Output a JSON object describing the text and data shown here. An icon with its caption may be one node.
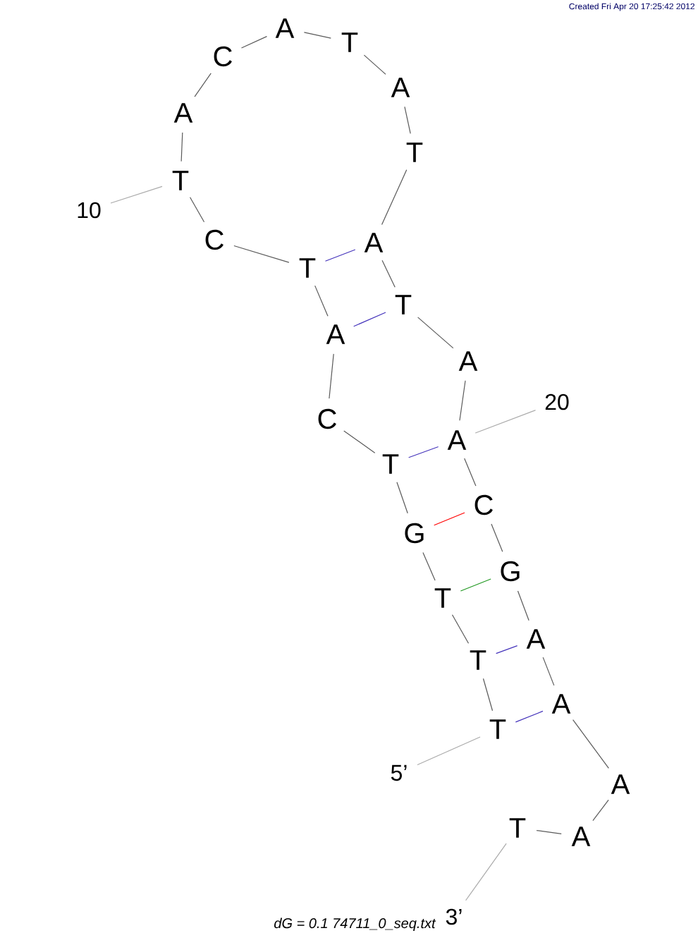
{
  "diagram": {
    "nodes": [
      {
        "text": [
          "T"
        ]
      },
      {
        "text": [
          "T"
        ]
      },
      {
        "text": [
          "T"
        ]
      },
      {
        "text": [
          "G"
        ]
      },
      {
        "text": [
          "T"
        ]
      },
      {
        "text": [
          "C"
        ]
      },
      {
        "text": [
          "A"
        ]
      },
      {
        "text": [
          "T"
        ]
      },
      {
        "text": [
          "C"
        ]
      },
      {
        "text": [
          "T"
        ]
      },
      {
        "text": [
          "A"
        ]
      },
      {
        "text": [
          "C"
        ]
      },
      {
        "text": [
          "A"
        ]
      },
      {
        "text": [
          "T"
        ]
      },
      {
        "text": [
          "A"
        ]
      },
      {
        "text": [
          "T"
        ]
      },
      {
        "text": [
          "A"
        ]
      },
      {
        "text": [
          "T"
        ]
      },
      {
        "text": [
          "A"
        ]
      },
      {
        "text": [
          "A"
        ]
      },
      {
        "text": [
          "C"
        ]
      },
      {
        "text": [
          "G"
        ]
      },
      {
        "text": [
          "A"
        ]
      },
      {
        "text": [
          "A"
        ]
      },
      {
        "text": [
          "A"
        ]
      },
      {
        "text": [
          "A"
        ]
      },
      {
        "text": [
          "T"
        ]
      },
      {
        "text": [
          "10"
        ]
      },
      {
        "text": [
          "20"
        ]
      },
      {
        "text": [
          "5’"
        ]
      },
      {
        "text": [
          "3’"
        ]
      }
    ],
    "edges": [
      {
        "from": 0,
        "to": 1,
        "arrow": "none"
      },
      {
        "from": 1,
        "to": 2,
        "arrow": "none"
      },
      {
        "from": 2,
        "to": 3,
        "arrow": "none"
      },
      {
        "from": 3,
        "to": 4,
        "arrow": "none"
      },
      {
        "from": 4,
        "to": 5,
        "arrow": "none"
      },
      {
        "from": 5,
        "to": 6,
        "arrow": "none"
      },
      {
        "from": 6,
        "to": 7,
        "arrow": "none"
      },
      {
        "from": 7,
        "to": 8,
        "arrow": "none"
      },
      {
        "from": 8,
        "to": 9,
        "arrow": "none"
      },
      {
        "from": 9,
        "to": 10,
        "arrow": "none"
      },
      {
        "from": 10,
        "to": 11,
        "arrow": "none"
      },
      {
        "from": 11,
        "to": 12,
        "arrow": "none"
      },
      {
        "from": 12,
        "to": 13,
        "arrow": "none"
      },
      {
        "from": 13,
        "to": 14,
        "arrow": "none"
      },
      {
        "from": 14,
        "to": 15,
        "arrow": "none"
      },
      {
        "from": 15,
        "to": 16,
        "arrow": "none"
      },
      {
        "from": 16,
        "to": 17,
        "arrow": "none"
      },
      {
        "from": 17,
        "to": 18,
        "arrow": "none"
      },
      {
        "from": 18,
        "to": 19,
        "arrow": "none"
      },
      {
        "from": 19,
        "to": 20,
        "arrow": "none"
      },
      {
        "from": 20,
        "to": 21,
        "arrow": "none"
      },
      {
        "from": 21,
        "to": 22,
        "arrow": "none"
      },
      {
        "from": 22,
        "to": 23,
        "arrow": "none"
      },
      {
        "from": 23,
        "to": 24,
        "arrow": "none"
      },
      {
        "from": 24,
        "to": 25,
        "arrow": "none"
      },
      {
        "from": 25,
        "to": 26,
        "arrow": "none"
      },
      {
        "from": 7,
        "to": 16,
        "arrow": "none",
        "color": "#4433bb"
      },
      {
        "from": 6,
        "to": 17,
        "arrow": "none",
        "color": "#4433bb"
      },
      {
        "from": 4,
        "to": 19,
        "arrow": "none",
        "color": "#4433bb"
      },
      {
        "from": 3,
        "to": 20,
        "arrow": "none",
        "color": "#ff0000"
      },
      {
        "from": 2,
        "to": 21,
        "arrow": "none",
        "color": "#229922"
      },
      {
        "from": 1,
        "to": 22,
        "arrow": "none",
        "color": "#4433bb"
      },
      {
        "from": 0,
        "to": 23,
        "arrow": "none",
        "color": "#4433bb"
      },
      {
        "from": 27,
        "to": 9,
        "arrow": "none",
        "color": "#aaaaaa"
      },
      {
        "from": 28,
        "to": 19,
        "arrow": "none",
        "color": "#aaaaaa"
      },
      {
        "from": 29,
        "to": 0,
        "arrow": "none",
        "color": "#aaaaaa"
      },
      {
        "from": 26,
        "to": 30,
        "arrow": "none",
        "color": "#aaaaaa"
      }
    ],
    "labels": [
      "Created Fri Apr 20 17:25:42 2012",
      "dG = 0.1 74711_0_seq.txt"
    ]
  }
}
